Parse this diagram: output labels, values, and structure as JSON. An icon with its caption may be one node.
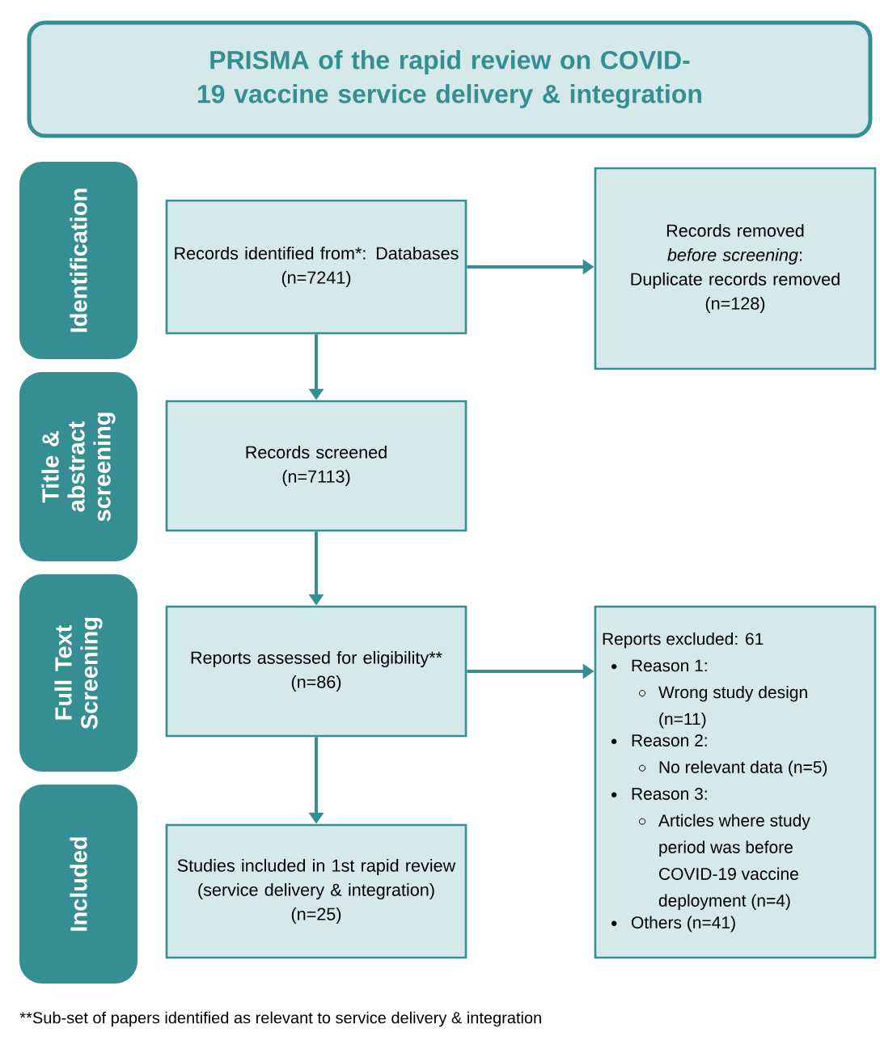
{
  "diagram": {
    "nodes": [
      {
        "text": [
          "PRISMA of the rapid review on COVID-19 vaccine service delivery & integration"
        ]
      },
      {
        "text": [
          "Identification"
        ]
      },
      {
        "text": [
          "Title & abstract screening"
        ]
      },
      {
        "text": [
          "Full Text Screening"
        ]
      },
      {
        "text": [
          "Included"
        ]
      },
      {
        "text": [
          "Records identified from*: Databases",
          "(n=7241)"
        ]
      },
      {
        "text": [
          "Records removed *before screening*:",
          "Duplicate records removed",
          "(n=128)"
        ]
      },
      {
        "text": [
          "Records screened",
          "(n=7113)"
        ]
      },
      {
        "text": [
          "Reports assessed for eligibility**",
          "(n=86)"
        ]
      },
      {
        "text": [
          "Reports excluded: 61",
          "Reason 1:",
          "Wrong study design (n=11)",
          "Reason 2:",
          "No relevant data (n=5)",
          "Reason 3:",
          "Articles where study period was before COVID-19 vaccine deployment (n=4)",
          "Others (n=41)"
        ]
      },
      {
        "text": [
          "Studies included in 1st rapid review (service delivery & integration)",
          "(n=25)"
        ]
      }
    ],
    "edges": [
      {
        "from": 5,
        "to": 6,
        "arrow": "to"
      },
      {
        "from": 5,
        "to": 7,
        "arrow": "to"
      },
      {
        "from": 7,
        "to": 8,
        "arrow": "to"
      },
      {
        "from": 8,
        "to": 9,
        "arrow": "to"
      },
      {
        "from": 8,
        "to": 10,
        "arrow": "to"
      }
    ],
    "labels": [
      "**Sub-set of papers identified as relevant to service delivery & integration"
    ]
  }
}
